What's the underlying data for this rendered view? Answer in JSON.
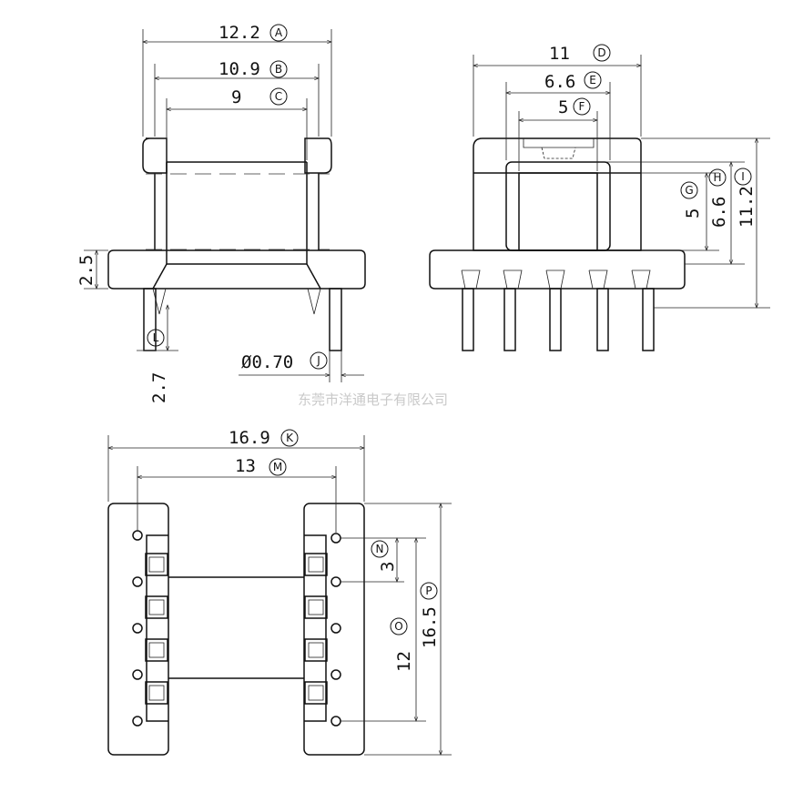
{
  "drawing": {
    "watermark": "东莞市洋通电子有限公司",
    "dimensions": {
      "A": {
        "value": "12.2",
        "letter": "A"
      },
      "B": {
        "value": "10.9",
        "letter": "B"
      },
      "C": {
        "value": "9",
        "letter": "C"
      },
      "D": {
        "value": "11",
        "letter": "D"
      },
      "E": {
        "value": "6.6",
        "letter": "E"
      },
      "F": {
        "value": "5",
        "letter": "F"
      },
      "G": {
        "value": "5",
        "letter": "G"
      },
      "H": {
        "value": "6.6",
        "letter": "H"
      },
      "I": {
        "value": "11.2",
        "letter": "I"
      },
      "J": {
        "value": "Ø0.70",
        "letter": "J"
      },
      "K": {
        "value": "16.9",
        "letter": "K"
      },
      "L": {
        "value": "2.7",
        "letter": "L"
      },
      "M": {
        "value": "13",
        "letter": "M"
      },
      "N": {
        "value": "3",
        "letter": "N"
      },
      "O": {
        "value": "12",
        "letter": "O"
      },
      "P": {
        "value": "16.5",
        "letter": "P"
      },
      "Q": {
        "value": "2.5"
      }
    }
  }
}
